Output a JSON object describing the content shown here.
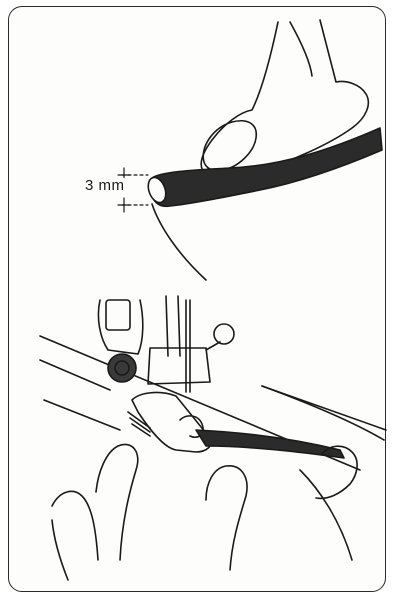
{
  "figure": {
    "hem_width_label": "3 mm",
    "panels": [
      {
        "name": "folding-hem-by-hand"
      },
      {
        "name": "feeding-hem-into-presser-foot"
      }
    ]
  },
  "colors": {
    "line": "#1a1a1a",
    "fabric_dark": "#2b2b2b",
    "background": "#fdfdfb"
  }
}
